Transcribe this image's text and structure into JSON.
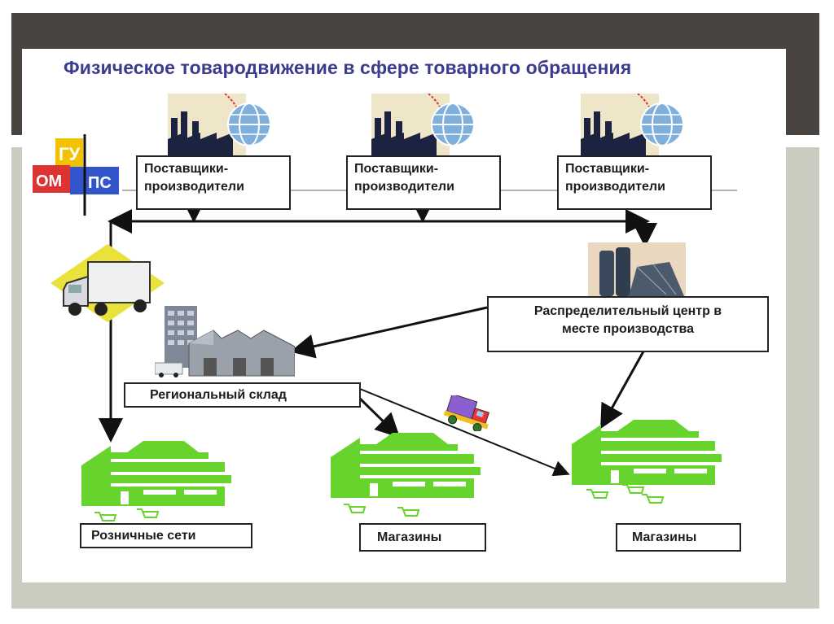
{
  "slide": {
    "title": "Физическое товародвижение в сфере товарного обращения"
  },
  "logo": {
    "letters": [
      "ГУ",
      "ОМ",
      "ПС"
    ],
    "colors": [
      "#f2c200",
      "#3355cc",
      "#dd2222"
    ]
  },
  "suppliers": [
    {
      "line1": "Поставщики-",
      "line2": "производители"
    },
    {
      "line1": "Поставщики-",
      "line2": "производители"
    },
    {
      "line1": "Поставщики-",
      "line2": "производители"
    }
  ],
  "distribution_center": {
    "line1": "Распределительный центр в",
    "line2": "месте производства"
  },
  "regional_warehouse": "Региональный склад",
  "outlets": [
    {
      "label": "Розничные сети"
    },
    {
      "label": "Магазины"
    },
    {
      "label": "Магазины"
    }
  ],
  "colors": {
    "title": "#3b3c8f",
    "store_green": "#66d42c",
    "arrow": "#111111"
  },
  "icons": [
    "factory-icon",
    "globe-icon",
    "truck-icon",
    "silo-icon",
    "warehouse-icon",
    "store-icon",
    "toy-truck-icon",
    "shopping-cart-icon"
  ]
}
